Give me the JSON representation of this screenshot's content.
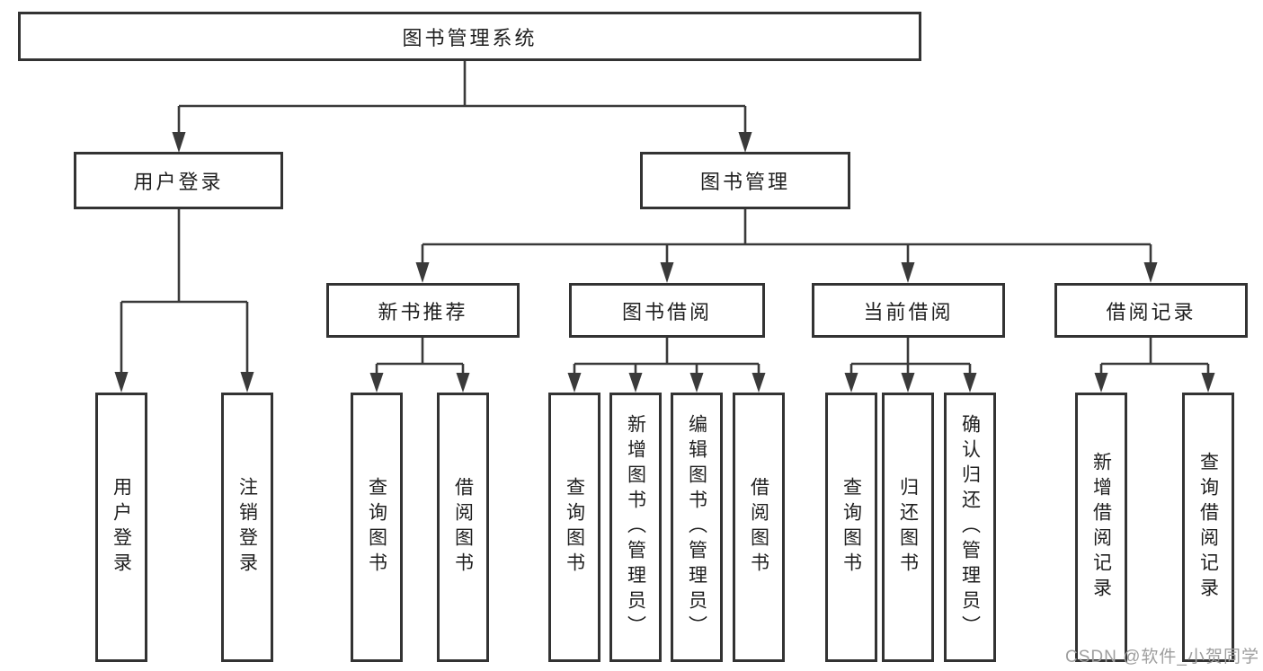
{
  "tree": {
    "root": {
      "label": "图书管理系统"
    },
    "branches": [
      {
        "label": "用户登录",
        "children": [
          {
            "label": "用户登录"
          },
          {
            "label": "注销登录"
          }
        ]
      },
      {
        "label": "图书管理",
        "children": [
          {
            "label": "新书推荐",
            "children": [
              {
                "label": "查询图书"
              },
              {
                "label": "借阅图书"
              }
            ]
          },
          {
            "label": "图书借阅",
            "children": [
              {
                "label": "查询图书"
              },
              {
                "label": "新增图书（管理员）"
              },
              {
                "label": "编辑图书（管理员）"
              },
              {
                "label": "借阅图书"
              }
            ]
          },
          {
            "label": "当前借阅",
            "children": [
              {
                "label": "查询图书"
              },
              {
                "label": "归还图书"
              },
              {
                "label": "确认归还（管理员）"
              }
            ]
          },
          {
            "label": "借阅记录",
            "children": [
              {
                "label": "新增借阅记录"
              },
              {
                "label": "查询借阅记录"
              }
            ]
          }
        ]
      }
    ]
  },
  "watermark": {
    "text": "CSDN @软件_小贺同学"
  },
  "colors": {
    "line": "#3a3a3a",
    "box_border": "#333333",
    "text": "#1f1f1f",
    "watermark": "#9e9e9e",
    "background": "#ffffff"
  }
}
